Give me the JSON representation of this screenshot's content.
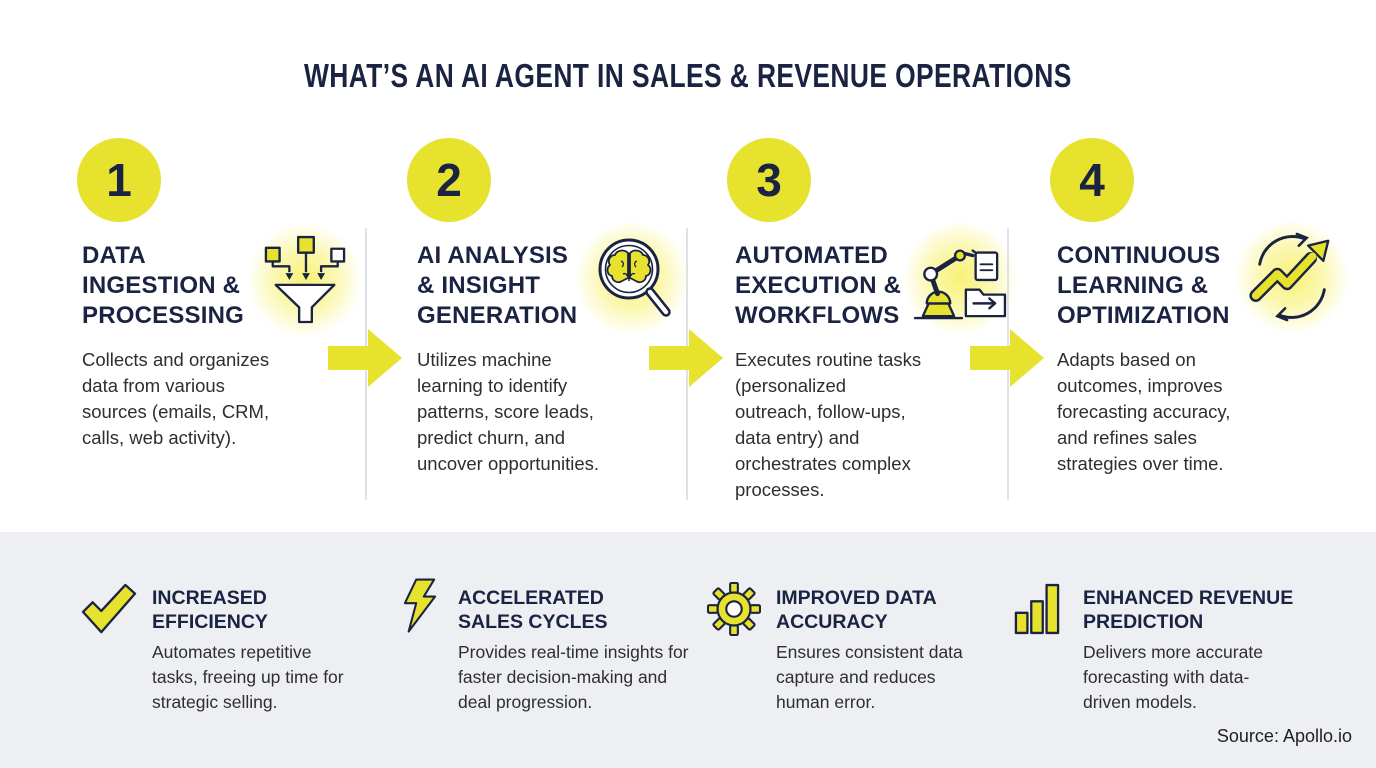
{
  "title": "WHAT’S AN AI AGENT IN SALES & REVENUE OPERATIONS",
  "steps": [
    {
      "number": "1",
      "icon": "funnel-icon",
      "heading": "DATA INGESTION & PROCESSING",
      "heading_lines": [
        "DATA",
        "INGESTION &",
        "PROCESSING"
      ],
      "description": "Collects and organizes data from various sources (emails, CRM, calls, web activity)."
    },
    {
      "number": "2",
      "icon": "brain-magnifier-icon",
      "heading": "AI ANALYSIS & INSIGHT GENERATION",
      "heading_lines": [
        "AI ANALYSIS",
        "& INSIGHT",
        "GENERATION"
      ],
      "description": "Utilizes machine learning to identify patterns, score leads, predict churn, and uncover opportunities."
    },
    {
      "number": "3",
      "icon": "robot-arm-icon",
      "heading": "AUTOMATED EXECUTION & WORKFLOWS",
      "heading_lines": [
        "AUTOMATED",
        "EXECUTION &",
        "WORKFLOWS"
      ],
      "description": "Executes routine tasks (personalized outreach, follow-ups, data entry) and orchestrates complex processes."
    },
    {
      "number": "4",
      "icon": "growth-cycle-icon",
      "heading": "CONTINUOUS LEARNING & OPTIMIZATION",
      "heading_lines": [
        "CONTINUOUS",
        "LEARNING &",
        "OPTIMIZATION"
      ],
      "description": "Adapts based on outcomes, improves forecasting accuracy, and refines sales strategies over time."
    }
  ],
  "benefits": [
    {
      "icon": "check-icon",
      "heading": "INCREASED EFFICIENCY",
      "heading_lines": [
        "INCREASED",
        "EFFICIENCY"
      ],
      "description": "Automates repetitive tasks, freeing up time for strategic selling."
    },
    {
      "icon": "lightning-icon",
      "heading": "ACCELERATED SALES CYCLES",
      "heading_lines": [
        "ACCELERATED",
        "SALES CYCLES"
      ],
      "description": "Provides real-time insights for faster decision-making and deal progression."
    },
    {
      "icon": "gear-icon",
      "heading": "IMPROVED DATA ACCURACY",
      "heading_lines": [
        "IMPROVED DATA",
        "ACCURACY"
      ],
      "description": "Ensures consistent data capture and reduces human error."
    },
    {
      "icon": "bar-chart-icon",
      "heading": "ENHANCED REVENUE PREDICTION",
      "heading_lines": [
        "ENHANCED REVENUE",
        "PREDICTION"
      ],
      "description": "Delivers more accurate forecasting with data-driven models."
    }
  ],
  "source": "Source: Apollo.io",
  "colors": {
    "accent_yellow": "#e6e22e",
    "navy": "#1b2342",
    "body_text": "#2e2e2e",
    "benefits_background": "#edeff3",
    "divider": "#e0e1e3"
  }
}
